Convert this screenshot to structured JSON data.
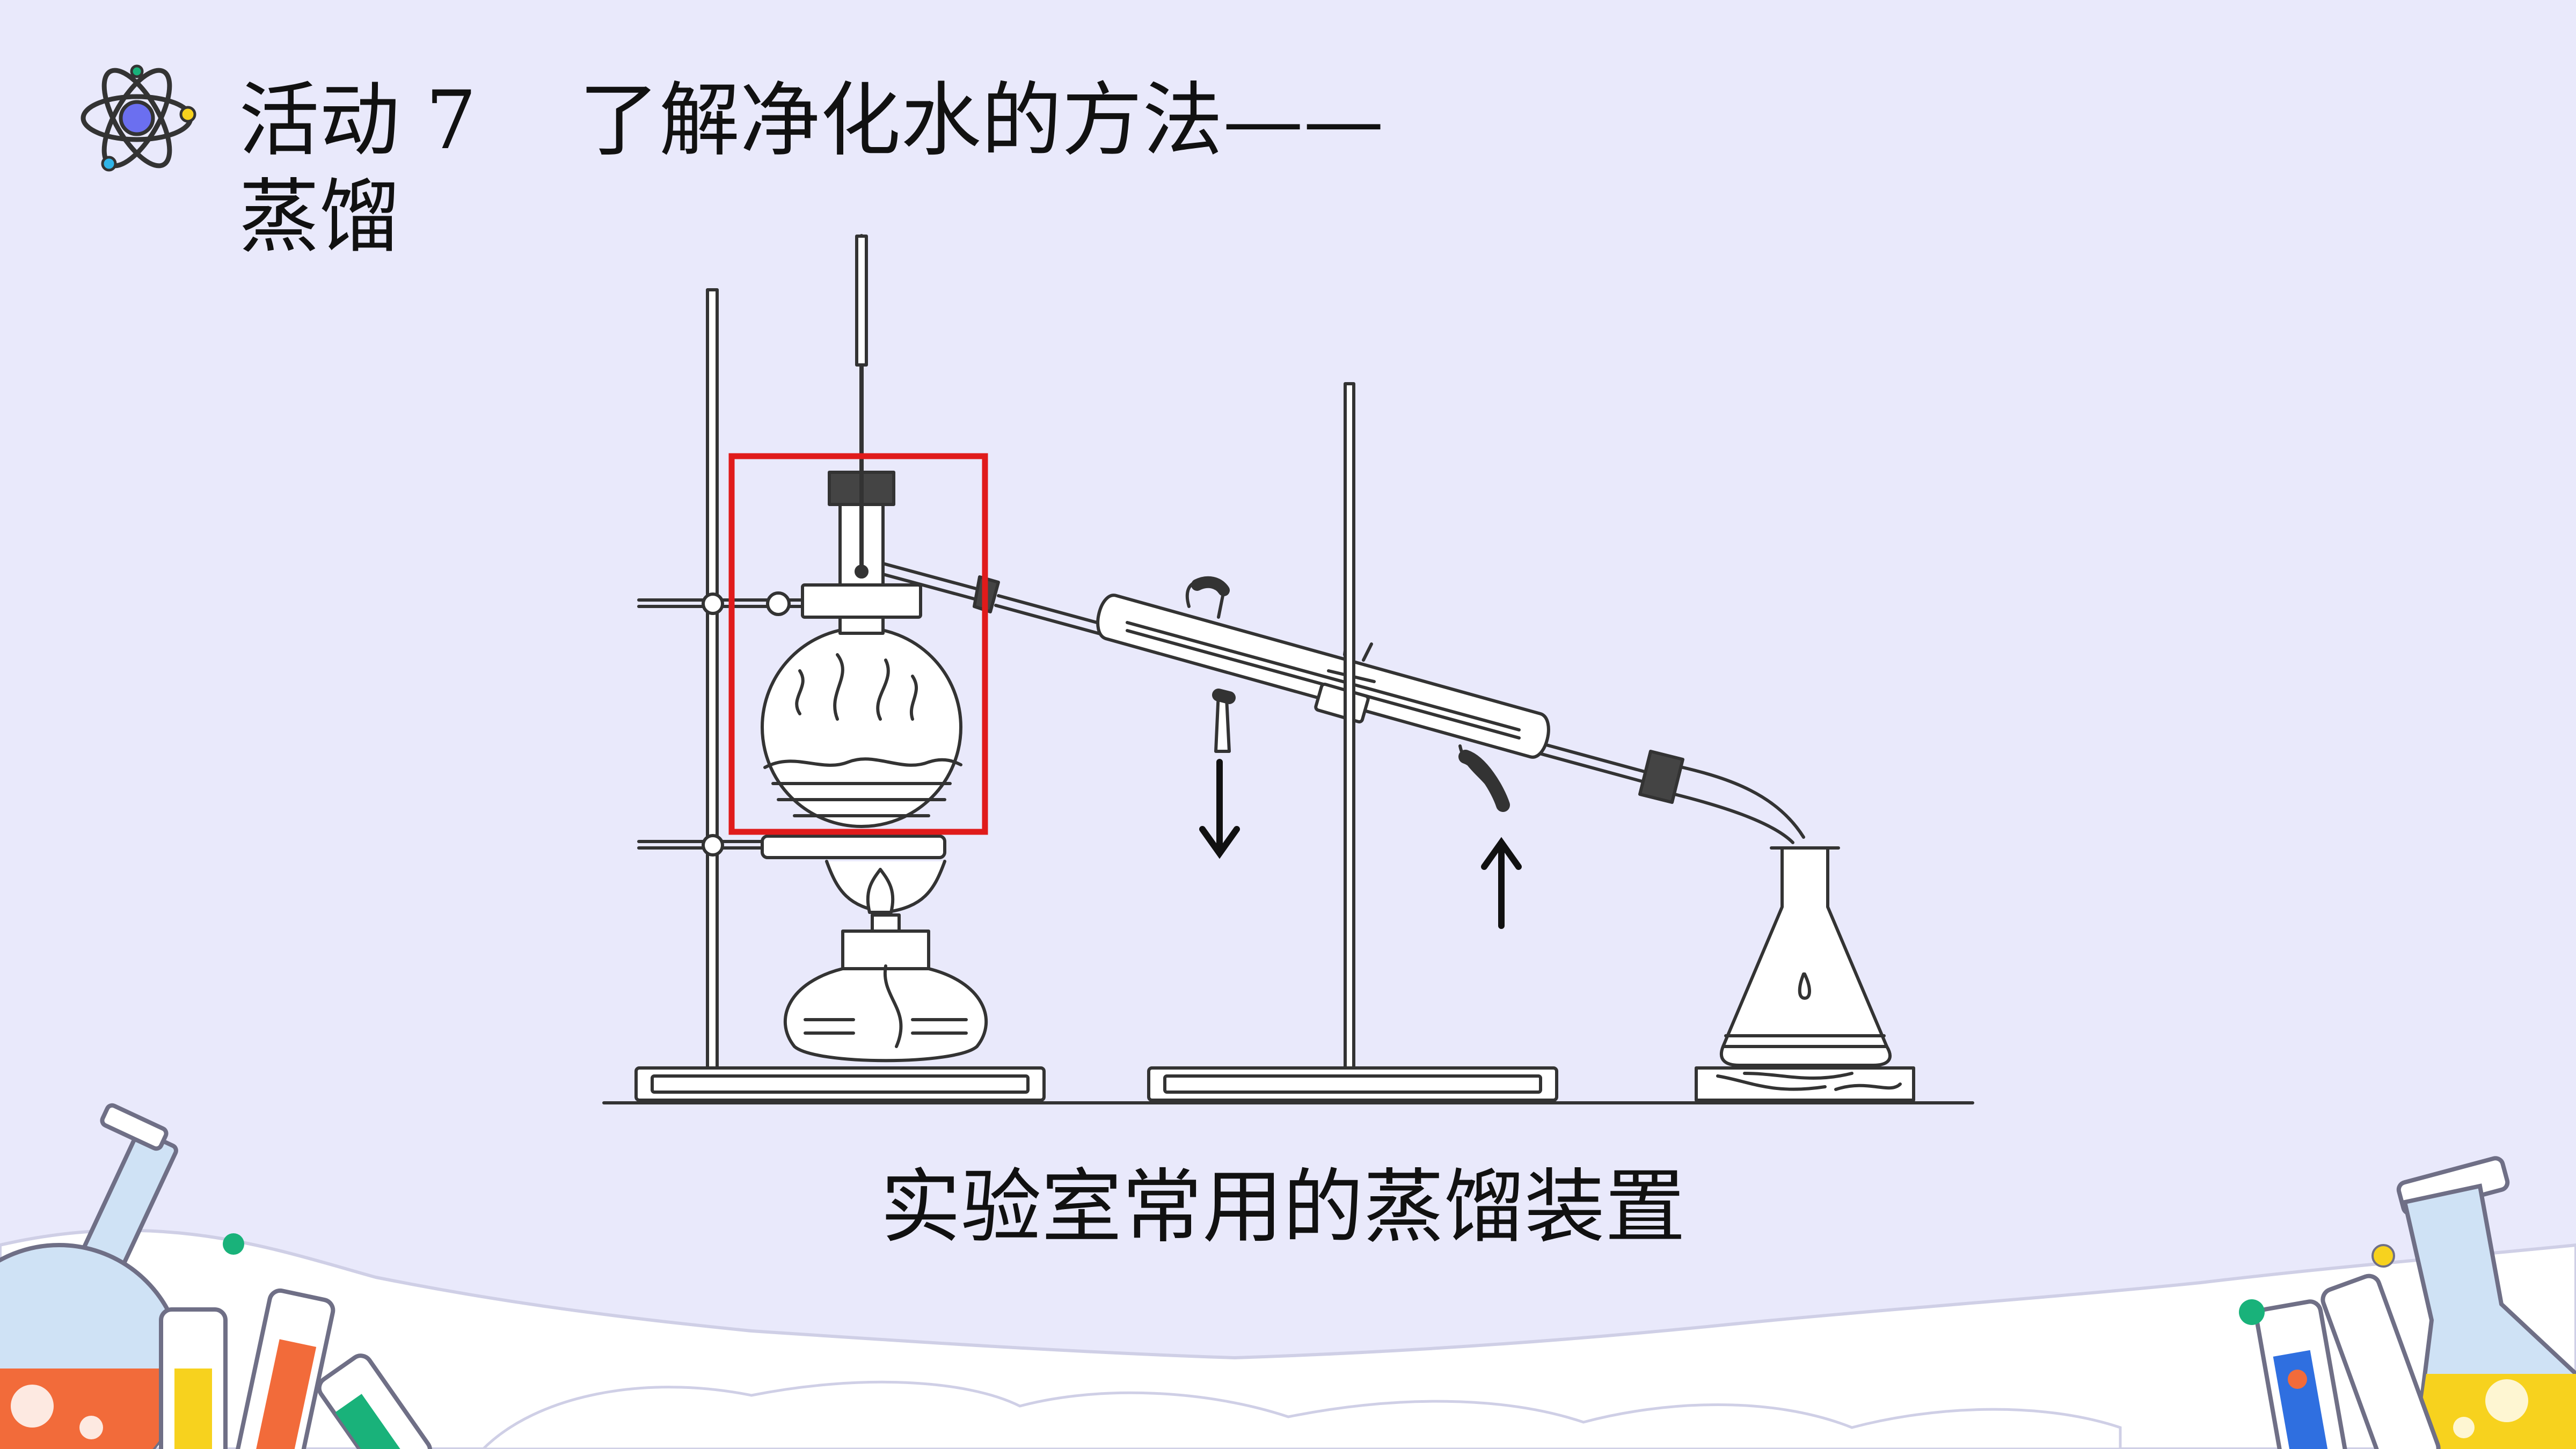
{
  "header": {
    "activity_label": "活动 7",
    "topic": "了解净化水的方法——",
    "subtopic": "蒸馏",
    "logo_icon": "atom-icon"
  },
  "figure": {
    "caption": "实验室常用的蒸馏装置",
    "highlight_color": "#e01b1b",
    "elements": [
      "iron-stand",
      "distillation-flask",
      "thermometer",
      "alcohol-lamp",
      "condenser",
      "conical-flask",
      "water-flow-arrows"
    ]
  },
  "decor": {
    "left_icons": [
      "round-flask-icon",
      "test-tube-icon"
    ],
    "right_icons": [
      "conical-flask-icon",
      "test-tube-icon"
    ],
    "colors": {
      "background": "#e9e9fb",
      "cloud": "#ffffff",
      "orange": "#f26b3a",
      "yellow": "#f7d21e",
      "green": "#19b27a",
      "blue": "#2f6fe0",
      "purple": "#6b6ff0"
    }
  }
}
